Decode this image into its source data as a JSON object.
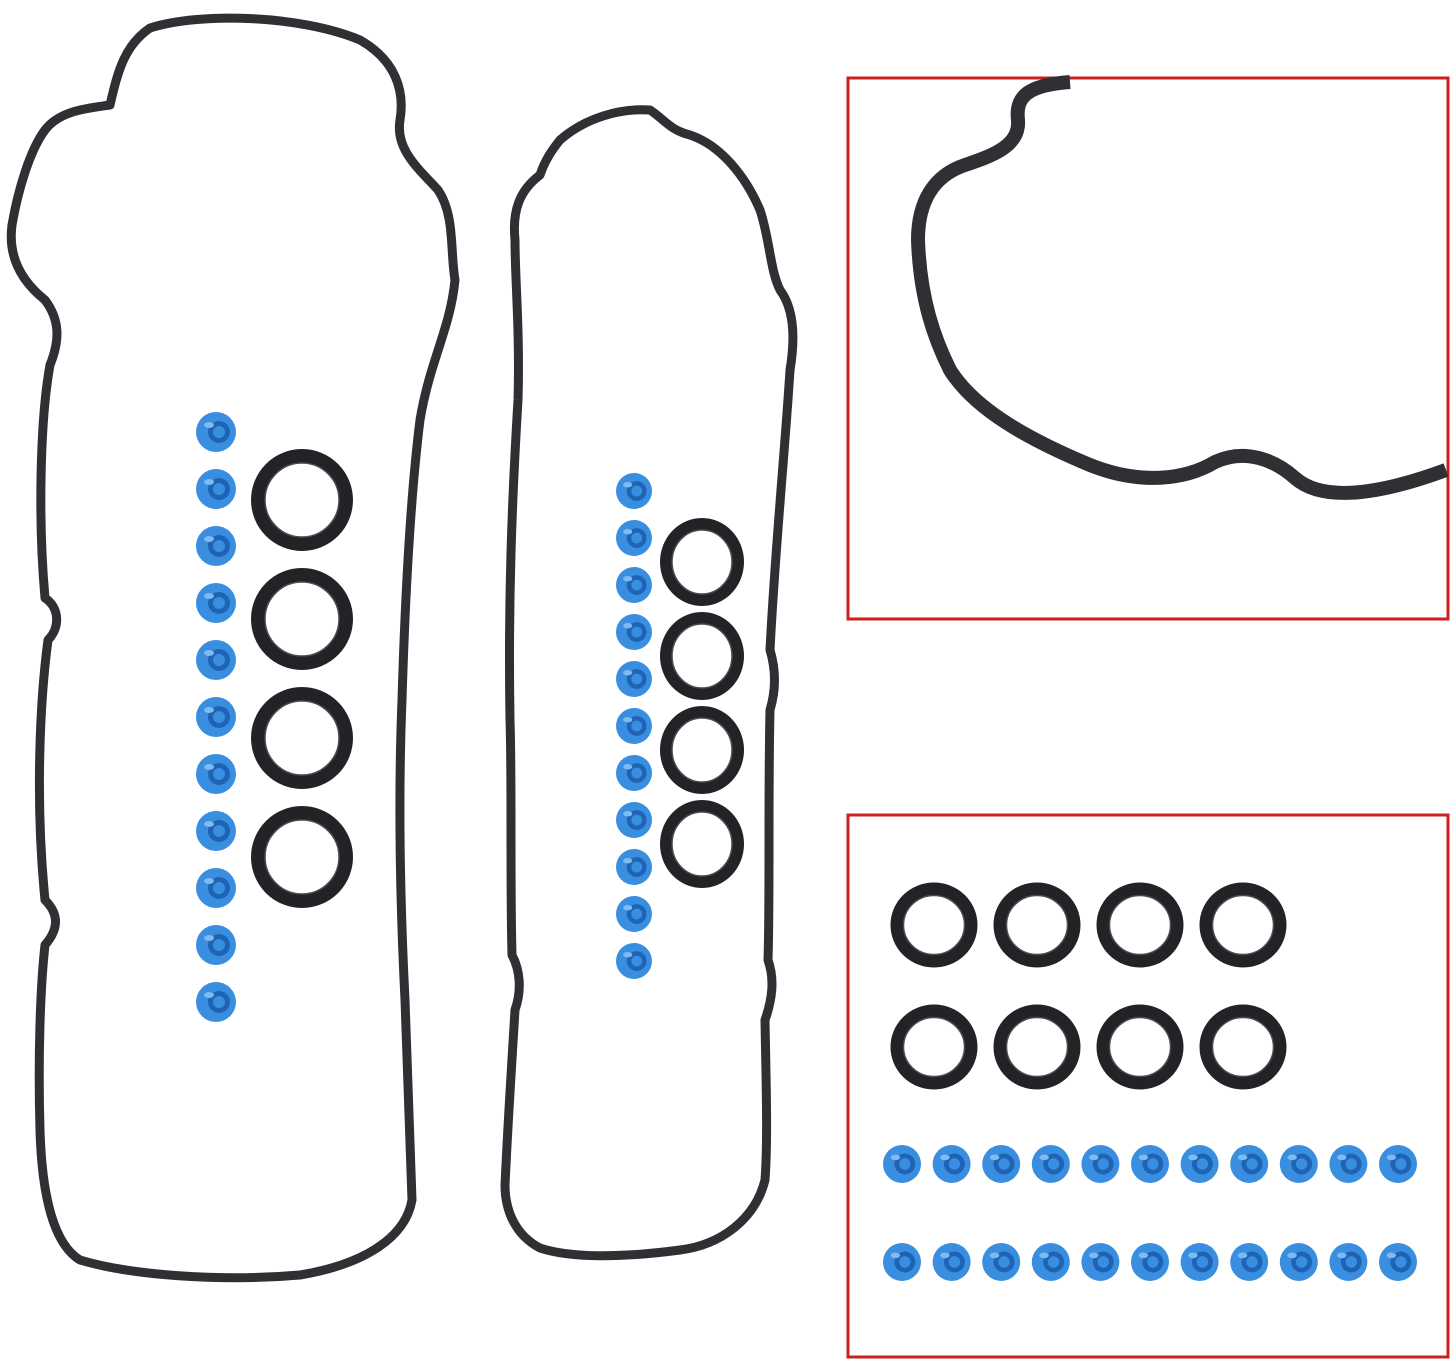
{
  "colors": {
    "background": "#ffffff",
    "gasket": "#2e3033",
    "seal": "#222326",
    "grommet": "#3a8ee0",
    "grommet_dark": "#1f63b5",
    "frame": "#cc1f1f"
  },
  "scene": {
    "left_kit": {
      "grommet_count": 11,
      "seal_count": 4
    },
    "right_kit": {
      "grommet_count": 11,
      "seal_count": 4
    },
    "detail_panel": {
      "seal_rows": 2,
      "seals_per_row": 4,
      "grommet_rows": 2,
      "grommets_per_row": 11
    }
  }
}
